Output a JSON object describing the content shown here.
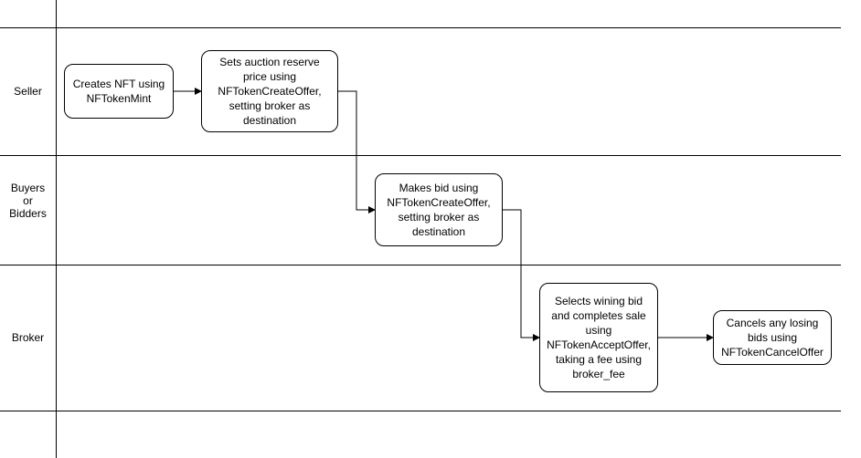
{
  "lanes": [
    {
      "label": "Seller"
    },
    {
      "label": "Buyers\nor\nBidders"
    },
    {
      "label": "Broker"
    }
  ],
  "nodes": {
    "create_nft": "Creates NFT using\nNFTokenMint",
    "set_reserve": "Sets auction reserve\nprice using\nNFTokenCreateOffer,\nsetting broker as\ndestination",
    "make_bid": "Makes bid using\nNFTokenCreateOffer,\nsetting broker as\ndestination",
    "select_winner": "Selects wining bid\nand completes sale\nusing\nNFTokenAcceptOffer,\ntaking a fee using\nbroker_fee",
    "cancel_losing": "Cancels any losing\nbids using\nNFTokenCancelOffer"
  }
}
